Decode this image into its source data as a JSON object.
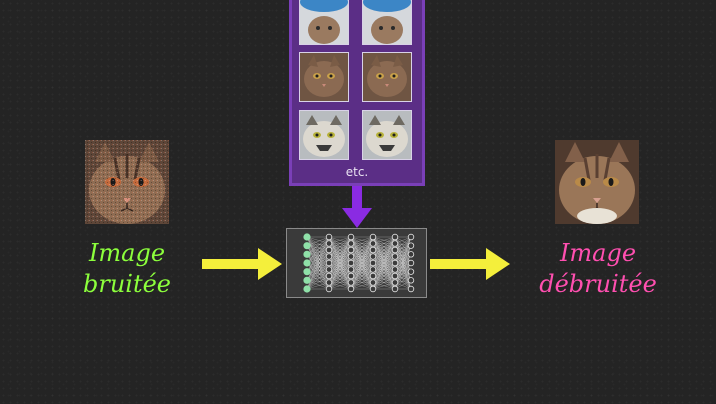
{
  "panel": {
    "caption": "etc."
  },
  "input": {
    "label_line1": "Image",
    "label_line2": "bruitée"
  },
  "output": {
    "label_line1": "Image",
    "label_line2": "débruitée"
  },
  "colors": {
    "background": "#242424",
    "panel": "#5b2e86",
    "panel_border": "#7a3fb8",
    "input_label": "#8cff3c",
    "output_label": "#ff4fb0",
    "arrows": "#f4ef3b",
    "down_arrow": "#8a2be2",
    "input_nodes": "#8fe0a8"
  },
  "icons": {
    "input_image": "noisy-cat-photo",
    "output_image": "denoised-cat-photo",
    "network": "neural-network-icon"
  }
}
